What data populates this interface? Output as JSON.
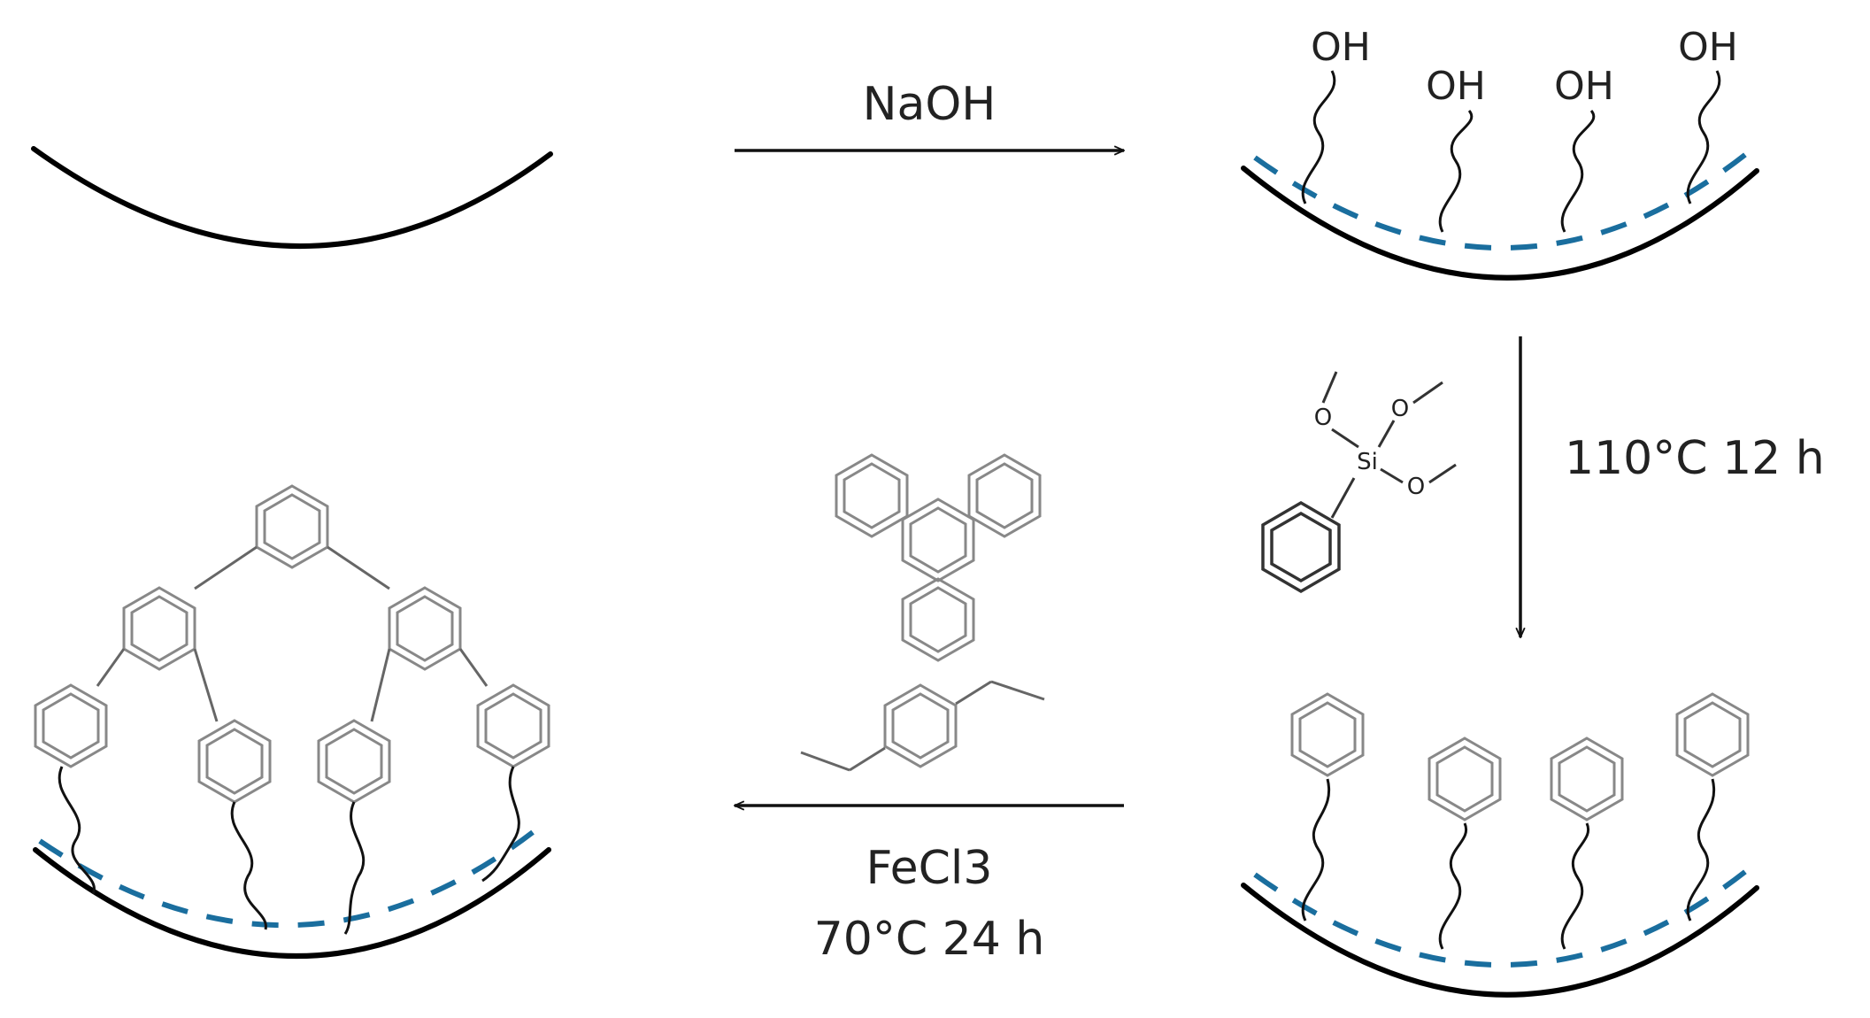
{
  "labels": {
    "step1_reagent": "NaOH",
    "step2_conditions": "110°C 12 h",
    "step3_reagent": "FeCl3",
    "step3_conditions": "70°C 24 h",
    "hydroxyl": "OH",
    "silicon": "Si",
    "oxygen": "O"
  },
  "colors": {
    "substrate": "#000000",
    "modified_layer": "#1a6e9e",
    "ring": "#888888"
  }
}
